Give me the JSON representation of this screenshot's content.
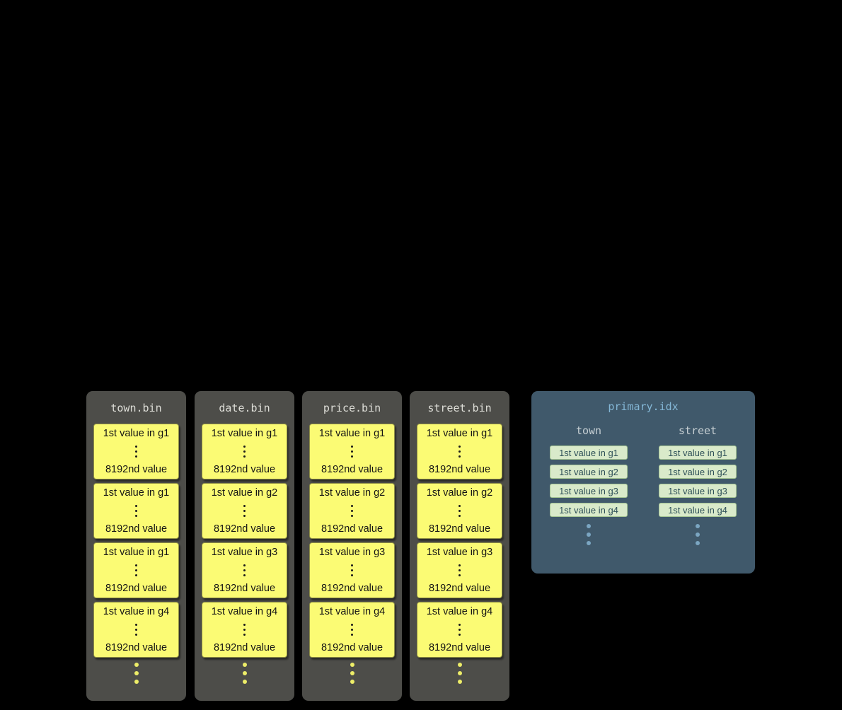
{
  "bin_files": [
    {
      "title": "town.bin",
      "blocks": [
        {
          "first": "1st value in g1",
          "last": "8192nd value"
        },
        {
          "first": "1st value in g1",
          "last": "8192nd value"
        },
        {
          "first": "1st value in g1",
          "last": "8192nd value"
        },
        {
          "first": "1st value in g4",
          "last": "8192nd value"
        }
      ]
    },
    {
      "title": "date.bin",
      "blocks": [
        {
          "first": "1st value in g1",
          "last": "8192nd value"
        },
        {
          "first": "1st value in g2",
          "last": "8192nd value"
        },
        {
          "first": "1st value in g3",
          "last": "8192nd value"
        },
        {
          "first": "1st value in g4",
          "last": "8192nd value"
        }
      ]
    },
    {
      "title": "price.bin",
      "blocks": [
        {
          "first": "1st value in g1",
          "last": "8192nd value"
        },
        {
          "first": "1st value in g2",
          "last": "8192nd value"
        },
        {
          "first": "1st value in g3",
          "last": "8192nd value"
        },
        {
          "first": "1st value in g4",
          "last": "8192nd value"
        }
      ]
    },
    {
      "title": "street.bin",
      "blocks": [
        {
          "first": "1st value in g1",
          "last": "8192nd value"
        },
        {
          "first": "1st value in g2",
          "last": "8192nd value"
        },
        {
          "first": "1st value in g3",
          "last": "8192nd value"
        },
        {
          "first": "1st value in g4",
          "last": "8192nd value"
        }
      ]
    }
  ],
  "primary_index": {
    "title": "primary.idx",
    "columns": [
      {
        "name": "town",
        "entries": [
          "1st value in g1",
          "1st value in g2",
          "1st value in g3",
          "1st value in g4"
        ]
      },
      {
        "name": "street",
        "entries": [
          "1st value in g1",
          "1st value in g2",
          "1st value in g3",
          "1st value in g4"
        ]
      }
    ]
  },
  "colors": {
    "page_bg": "#000000",
    "panel_bg": "#4d4d49",
    "panel_title": "#deded8",
    "granule_bg": "#fbfb74",
    "granule_border": "#8f8f45",
    "granule_text": "#141414",
    "panel_dot": "#eded68",
    "idx_bg": "#40596b",
    "idx_title": "#84b7d6",
    "idx_col_name": "#c6cfd3",
    "entry_bg": "#d9eaca",
    "entry_border": "#a3c492",
    "entry_text": "#2e5058",
    "idx_dot": "#7ba6c2"
  }
}
